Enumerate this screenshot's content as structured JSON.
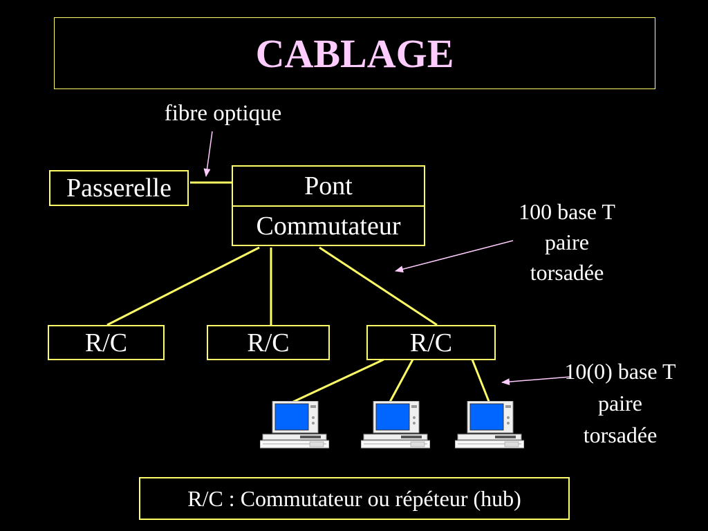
{
  "title": "CABLAGE",
  "nodes": {
    "passerelle": "Passerelle",
    "pont": "Pont",
    "commutateur": "Commutateur",
    "rc1": "R/C",
    "rc2": "R/C",
    "rc3": "R/C"
  },
  "annotations": {
    "fibre": "fibre optique",
    "net100": [
      "100 base T",
      "paire",
      "torsadée"
    ],
    "net10": [
      "10(0) base T",
      "paire",
      "torsadée"
    ]
  },
  "legend": "R/C : Commutateur ou répéteur (hub)",
  "colors": {
    "background": "#000000",
    "title": "#ffccff",
    "box_border": "#ffff66",
    "link": "#ffff66",
    "arrow": "#ffccff",
    "text": "#ffffff",
    "pc_screen": "#0066ff"
  },
  "icons": [
    "computer-icon",
    "computer-icon",
    "computer-icon"
  ]
}
